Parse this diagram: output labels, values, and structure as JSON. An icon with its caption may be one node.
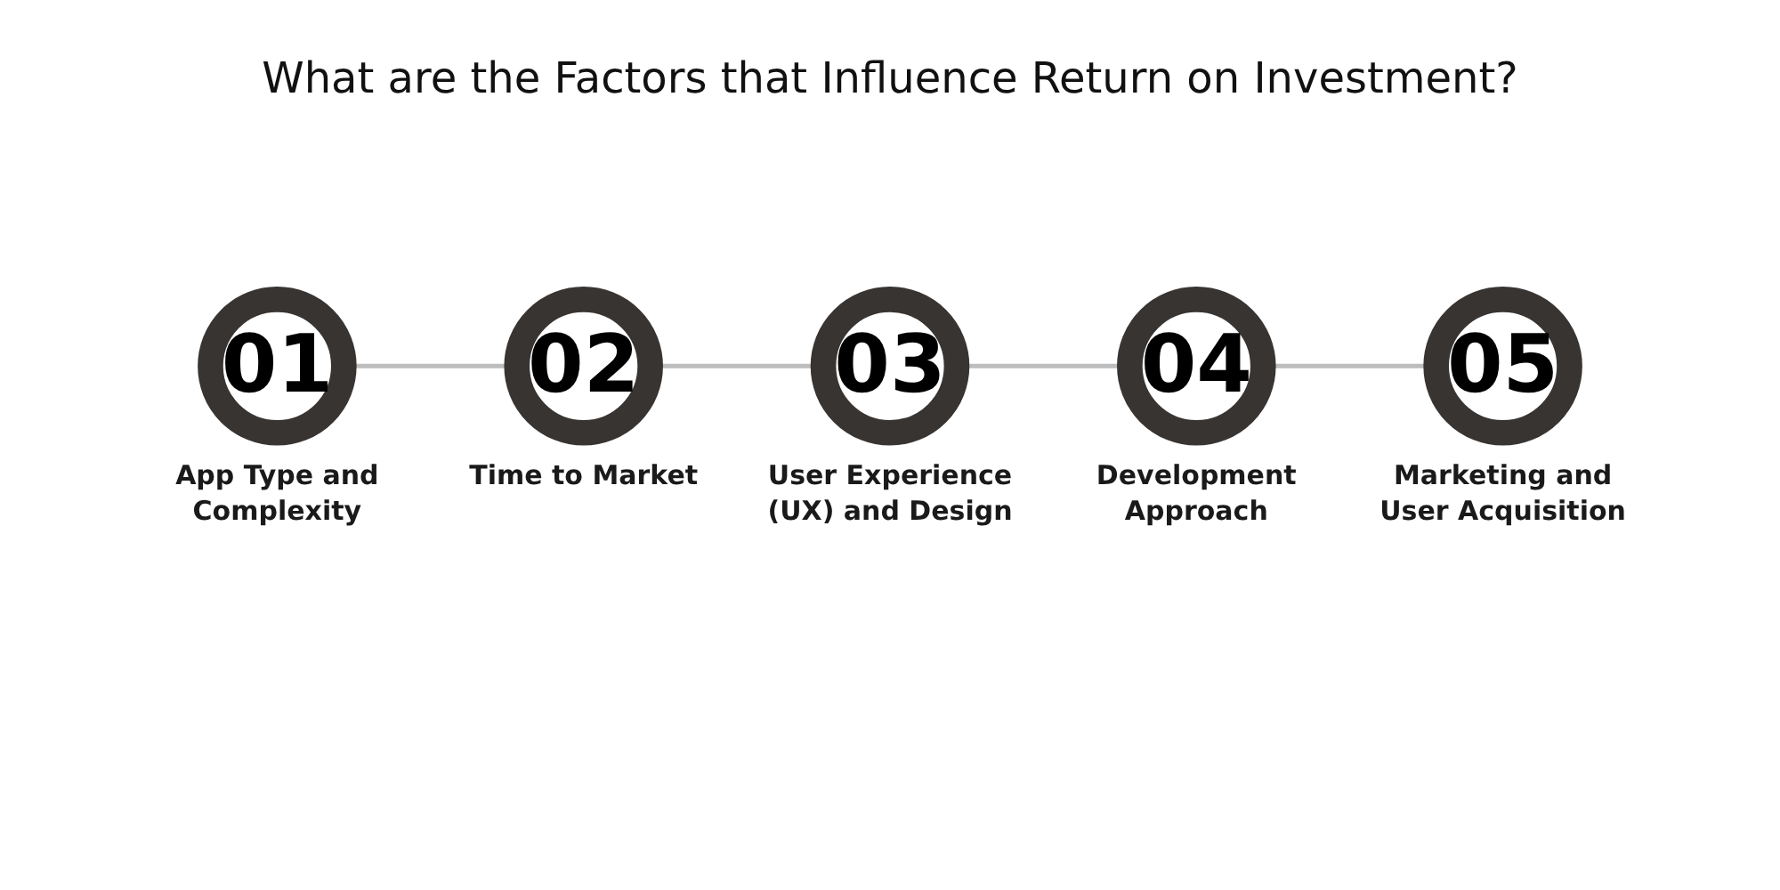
{
  "diagram": {
    "title": "What are the Factors that Influence Return on Investment?",
    "nodes": [
      {
        "text": [
          "01"
        ],
        "beside": [
          "App Type and Complexity"
        ]
      },
      {
        "text": [
          "02"
        ],
        "beside": [
          "Time to Market"
        ]
      },
      {
        "text": [
          "03"
        ],
        "beside": [
          "User Experience (UX) and Design"
        ]
      },
      {
        "text": [
          "04"
        ],
        "beside": [
          "Development Approach"
        ]
      },
      {
        "text": [
          "05"
        ],
        "beside": [
          "Marketing and User Acquisition"
        ]
      }
    ],
    "edges": [
      {
        "from": 0,
        "to": 1,
        "arrow": "none"
      },
      {
        "from": 1,
        "to": 2,
        "arrow": "none"
      },
      {
        "from": 2,
        "to": 3,
        "arrow": "none"
      },
      {
        "from": 3,
        "to": 4,
        "arrow": "none"
      }
    ]
  }
}
